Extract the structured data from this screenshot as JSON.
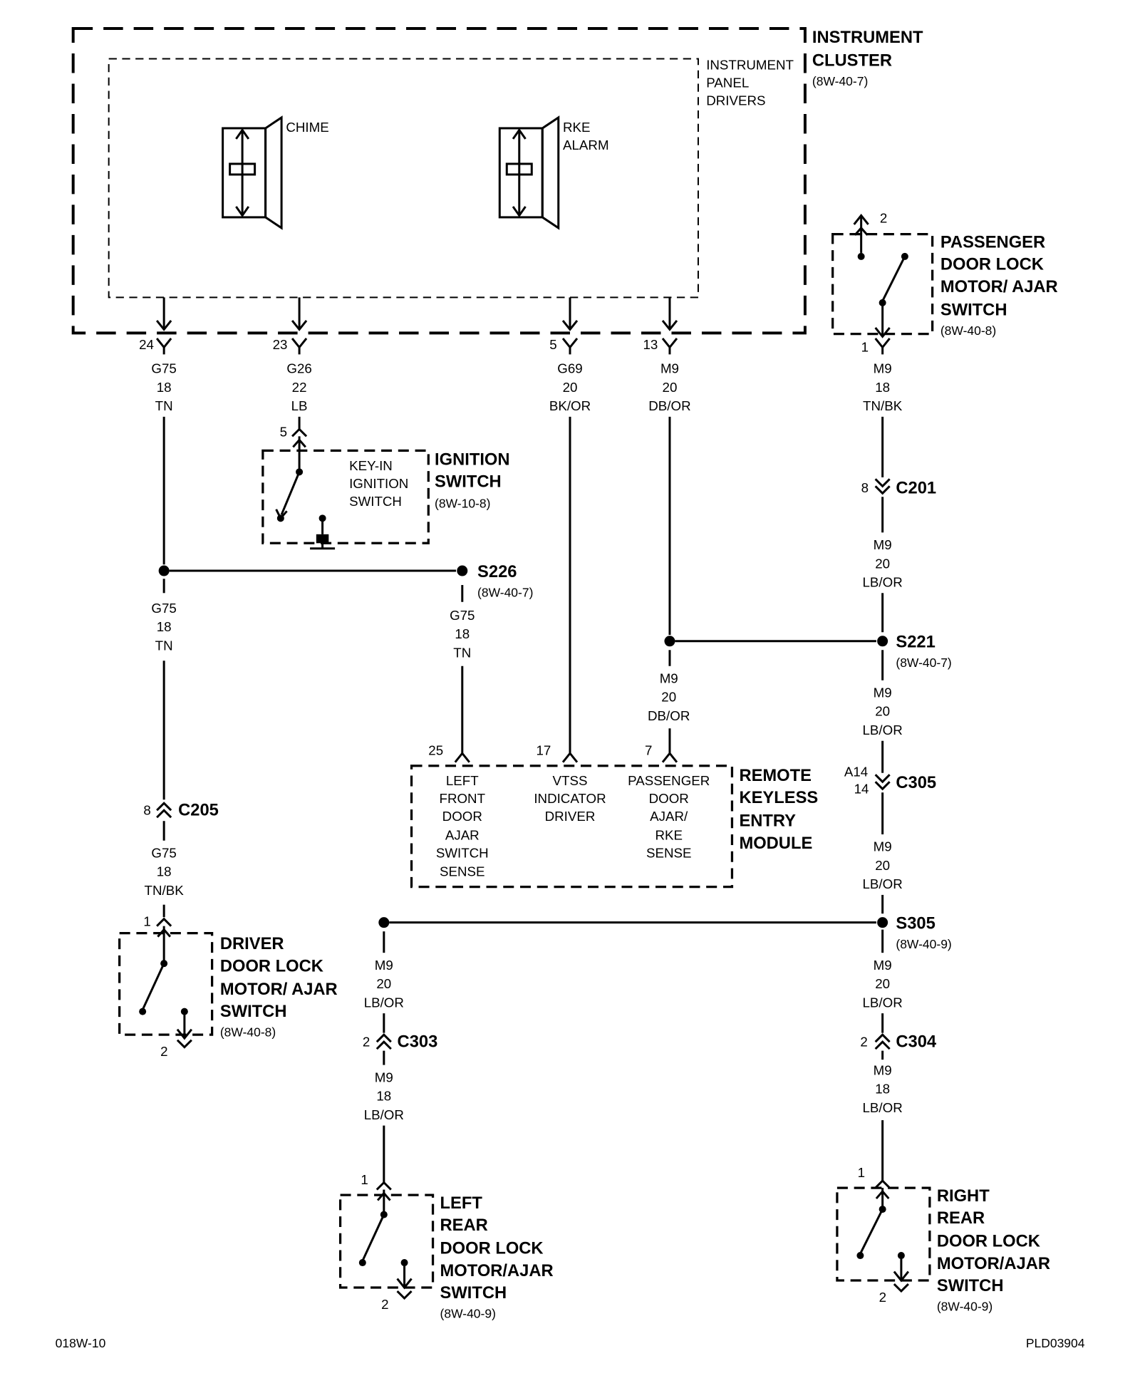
{
  "instrument_cluster": {
    "title_lines": [
      "INSTRUMENT",
      "CLUSTER"
    ],
    "ref": "(8W-40-7)",
    "drivers_lines": [
      "INSTRUMENT",
      "PANEL",
      "DRIVERS"
    ],
    "chime": "CHIME",
    "rke_alarm_lines": [
      "RKE",
      "ALARM"
    ],
    "pins": [
      "24",
      "23",
      "5",
      "13"
    ]
  },
  "wires": {
    "w_g75_top": [
      "G75",
      "18",
      "TN"
    ],
    "w_g26": [
      "G26",
      "22",
      "LB"
    ],
    "w_g69": [
      "G69",
      "20",
      "BK/OR"
    ],
    "w_m9_top": [
      "M9",
      "20",
      "DB/OR"
    ],
    "w_m9_pass": [
      "M9",
      "18",
      "TN/BK"
    ],
    "w_m9_c201": [
      "M9",
      "20",
      "LB/OR"
    ],
    "w_g75_mid": [
      "G75",
      "18",
      "TN"
    ],
    "w_g75_s226": [
      "G75",
      "18",
      "TN"
    ],
    "w_m9_s221_left": [
      "M9",
      "20",
      "DB/OR"
    ],
    "w_m9_s221_down": [
      "M9",
      "20",
      "LB/OR"
    ],
    "w_m9_c305": [
      "M9",
      "20",
      "LB/OR"
    ],
    "w_g75_c205": [
      "G75",
      "18",
      "TN/BK"
    ],
    "w_m9_s305_left": [
      "M9",
      "20",
      "LB/OR"
    ],
    "w_m9_s305_down": [
      "M9",
      "20",
      "LB/OR"
    ],
    "w_m9_c303": [
      "M9",
      "18",
      "LB/OR"
    ],
    "w_m9_c304": [
      "M9",
      "18",
      "LB/OR"
    ]
  },
  "ignition_switch": {
    "title_lines": [
      "IGNITION",
      "SWITCH"
    ],
    "ref": "(8W-10-8)",
    "inner_lines": [
      "KEY-IN",
      "IGNITION",
      "SWITCH"
    ],
    "pin": "5"
  },
  "splices": {
    "s226": {
      "name": "S226",
      "ref": "(8W-40-7)"
    },
    "s221": {
      "name": "S221",
      "ref": "(8W-40-7)"
    },
    "s305": {
      "name": "S305",
      "ref": "(8W-40-9)"
    }
  },
  "connectors": {
    "c201": {
      "name": "C201",
      "pin": "8"
    },
    "c205": {
      "name": "C205",
      "pin": "8"
    },
    "c305": {
      "name": "C305",
      "pin_a": "A14",
      "pin_b": "14"
    },
    "c303": {
      "name": "C303",
      "pin": "2"
    },
    "c304": {
      "name": "C304",
      "pin": "2"
    }
  },
  "rke_module": {
    "title_lines": [
      "REMOTE",
      "KEYLESS",
      "ENTRY",
      "MODULE"
    ],
    "pins": [
      "25",
      "17",
      "7"
    ],
    "left_lines": [
      "LEFT",
      "FRONT",
      "DOOR",
      "AJAR",
      "SWITCH",
      "SENSE"
    ],
    "mid_lines": [
      "VTSS",
      "INDICATOR",
      "DRIVER"
    ],
    "right_lines": [
      "PASSENGER",
      "DOOR",
      "AJAR/",
      "RKE",
      "SENSE"
    ]
  },
  "passenger_switch": {
    "title_lines": [
      "PASSENGER",
      "DOOR LOCK",
      "MOTOR/ AJAR",
      "SWITCH"
    ],
    "ref": "(8W-40-8)",
    "pin_top": "2",
    "pin_bottom": "1"
  },
  "driver_switch": {
    "title_lines": [
      "DRIVER",
      "DOOR LOCK",
      "MOTOR/ AJAR",
      "SWITCH"
    ],
    "ref": "(8W-40-8)",
    "pin_top": "1",
    "pin_bottom": "2"
  },
  "left_rear_switch": {
    "title_lines": [
      "LEFT",
      "REAR",
      "DOOR LOCK",
      "MOTOR/AJAR",
      "SWITCH"
    ],
    "ref": "(8W-40-9)",
    "pin_top": "1",
    "pin_bottom": "2"
  },
  "right_rear_switch": {
    "title_lines": [
      "RIGHT",
      "REAR",
      "DOOR LOCK",
      "MOTOR/AJAR",
      "SWITCH"
    ],
    "ref": "(8W-40-9)",
    "pin_top": "1",
    "pin_bottom": "2"
  },
  "footer": {
    "left": "018W-10",
    "right": "PLD03904"
  }
}
